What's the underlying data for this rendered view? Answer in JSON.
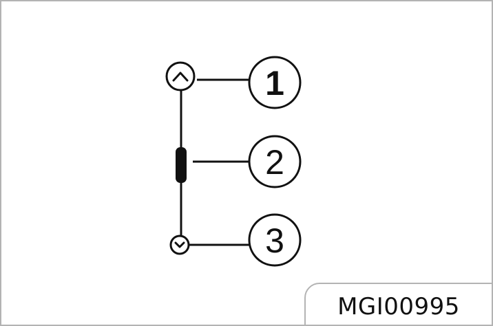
{
  "figure": {
    "code": "MGI00995",
    "colors": {
      "line": "#111111",
      "frame": "#b3b3b3",
      "background": "#ffffff"
    },
    "elements": [
      {
        "id": 1,
        "label": "1",
        "icon": "chevron-up-circle-icon",
        "description": "scroll up arrow"
      },
      {
        "id": 2,
        "label": "2",
        "icon": "scrollbar-thumb",
        "description": "scroll bar thumb"
      },
      {
        "id": 3,
        "label": "3",
        "icon": "chevron-down-circle-icon",
        "description": "scroll down arrow"
      }
    ]
  }
}
